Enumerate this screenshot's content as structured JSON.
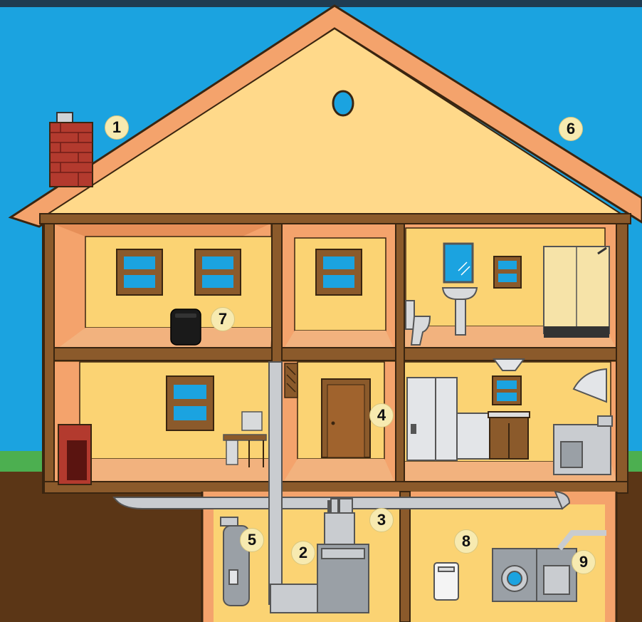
{
  "colors": {
    "sky": "#1ba3e0",
    "grass": "#4caf50",
    "soil": "#5b3616",
    "wall_orange": "#f4a36c",
    "wall_yellow": "#fbd373",
    "attic": "#ffd98a",
    "frame_brown": "#8b5a2b",
    "brick": "#b33a2e",
    "duct_gray": "#c9ccd0",
    "badge": "#f7eab0"
  },
  "markers": [
    {
      "label": "1",
      "icon": "chimney-icon"
    },
    {
      "label": "2",
      "icon": "furnace-icon"
    },
    {
      "label": "3",
      "icon": "ductwork-icon"
    },
    {
      "label": "4",
      "icon": "interior-door-icon"
    },
    {
      "label": "5",
      "icon": "water-heater-icon"
    },
    {
      "label": "6",
      "icon": "roof-attic-icon"
    },
    {
      "label": "7",
      "icon": "air-purifier-icon"
    },
    {
      "label": "8",
      "icon": "dehumidifier-icon"
    },
    {
      "label": "9",
      "icon": "washer-dryer-icon"
    }
  ],
  "icons": [
    "chimney-icon",
    "attic-vent-icon",
    "window-icon",
    "air-purifier-icon",
    "mirror-icon",
    "sink-icon",
    "toilet-icon",
    "shower-icon",
    "fireplace-icon",
    "desk-computer-icon",
    "door-icon",
    "refrigerator-icon",
    "dishwasher-icon",
    "kitchen-cabinet-icon",
    "range-hood-icon",
    "stove-icon",
    "furnace-icon",
    "water-heater-icon",
    "dehumidifier-icon",
    "washer-icon",
    "dryer-icon",
    "duct-icon",
    "ceiling-light-icon",
    "wall-vent-icon"
  ]
}
